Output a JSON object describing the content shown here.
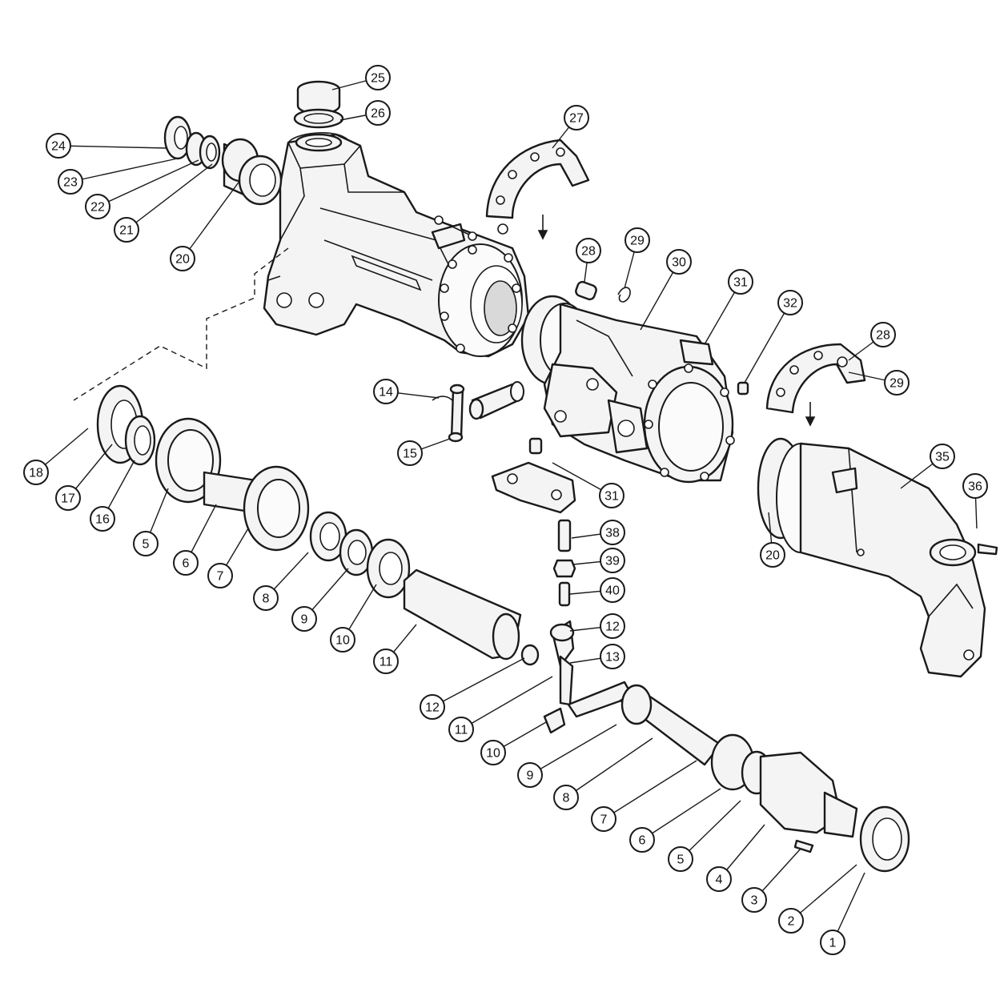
{
  "callouts": [
    {
      "id": "c25",
      "label": "25"
    },
    {
      "id": "c26",
      "label": "26"
    },
    {
      "id": "c27",
      "label": "27"
    },
    {
      "id": "c24",
      "label": "24"
    },
    {
      "id": "c23",
      "label": "23"
    },
    {
      "id": "c22",
      "label": "22"
    },
    {
      "id": "c21",
      "label": "21"
    },
    {
      "id": "c20a",
      "label": "20"
    },
    {
      "id": "c28a",
      "label": "28"
    },
    {
      "id": "c29a",
      "label": "29"
    },
    {
      "id": "c30",
      "label": "30"
    },
    {
      "id": "c31a",
      "label": "31"
    },
    {
      "id": "c32",
      "label": "32"
    },
    {
      "id": "c28b",
      "label": "28"
    },
    {
      "id": "c29b",
      "label": "29"
    },
    {
      "id": "c14",
      "label": "14"
    },
    {
      "id": "c15",
      "label": "15"
    },
    {
      "id": "c31b",
      "label": "31"
    },
    {
      "id": "c35",
      "label": "35"
    },
    {
      "id": "c36",
      "label": "36"
    },
    {
      "id": "c20b",
      "label": "20"
    },
    {
      "id": "c38",
      "label": "38"
    },
    {
      "id": "c39",
      "label": "39"
    },
    {
      "id": "c40",
      "label": "40"
    },
    {
      "id": "c18",
      "label": "18"
    },
    {
      "id": "c17",
      "label": "17"
    },
    {
      "id": "c16",
      "label": "16"
    },
    {
      "id": "c5a",
      "label": "5"
    },
    {
      "id": "c6a",
      "label": "6"
    },
    {
      "id": "c7a",
      "label": "7"
    },
    {
      "id": "c8a",
      "label": "8"
    },
    {
      "id": "c9a",
      "label": "9"
    },
    {
      "id": "c10a",
      "label": "10"
    },
    {
      "id": "c11a",
      "label": "11"
    },
    {
      "id": "c12a",
      "label": "12"
    },
    {
      "id": "c13",
      "label": "13"
    },
    {
      "id": "c12b",
      "label": "12"
    },
    {
      "id": "c11b",
      "label": "11"
    },
    {
      "id": "c10b",
      "label": "10"
    },
    {
      "id": "c9b",
      "label": "9"
    },
    {
      "id": "c8b",
      "label": "8"
    },
    {
      "id": "c7b",
      "label": "7"
    },
    {
      "id": "c6b",
      "label": "6"
    },
    {
      "id": "c5b",
      "label": "5"
    },
    {
      "id": "c4",
      "label": "4"
    },
    {
      "id": "c3",
      "label": "3"
    },
    {
      "id": "c2",
      "label": "2"
    },
    {
      "id": "c1",
      "label": "1"
    }
  ],
  "colors": {
    "line": "#1a1a1a",
    "fill": "#f4f4f4",
    "background": "#ffffff"
  }
}
